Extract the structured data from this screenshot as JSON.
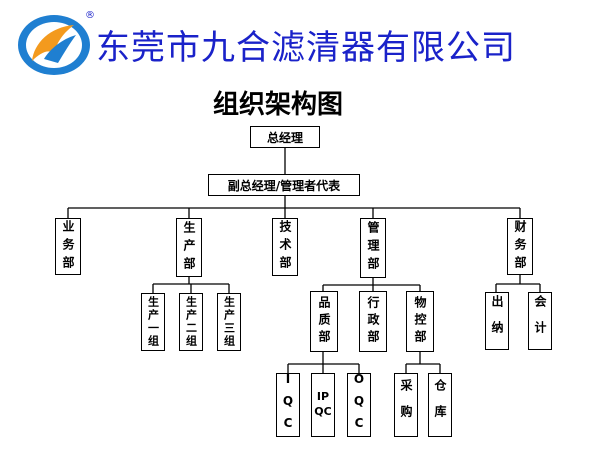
{
  "header": {
    "company_name": "东莞市九合滤清器有限公司",
    "registered_mark": "®",
    "chart_title": "组织架构图"
  },
  "org": {
    "gm": "总经理",
    "deputy": "副总经理/管理者代表",
    "business": "业务部",
    "production": "生产部",
    "tech": "技术部",
    "management": "管理部",
    "finance": "财务部",
    "prod_group_1": "生产一组",
    "prod_group_2": "生产二组",
    "prod_group_3": "生产三组",
    "quality": "品质部",
    "admin": "行政部",
    "materials": "物控部",
    "cashier": "出纳",
    "accounting": "会计",
    "iqc": "IQC",
    "ipqc": [
      "IP",
      "QC"
    ],
    "oqc": "OQC",
    "purchasing": "采购",
    "warehouse": "仓库"
  },
  "colors": {
    "brand_blue": "#1a22c9",
    "logo_orange": "#f39a1e",
    "logo_blue": "#1f7fd1"
  }
}
